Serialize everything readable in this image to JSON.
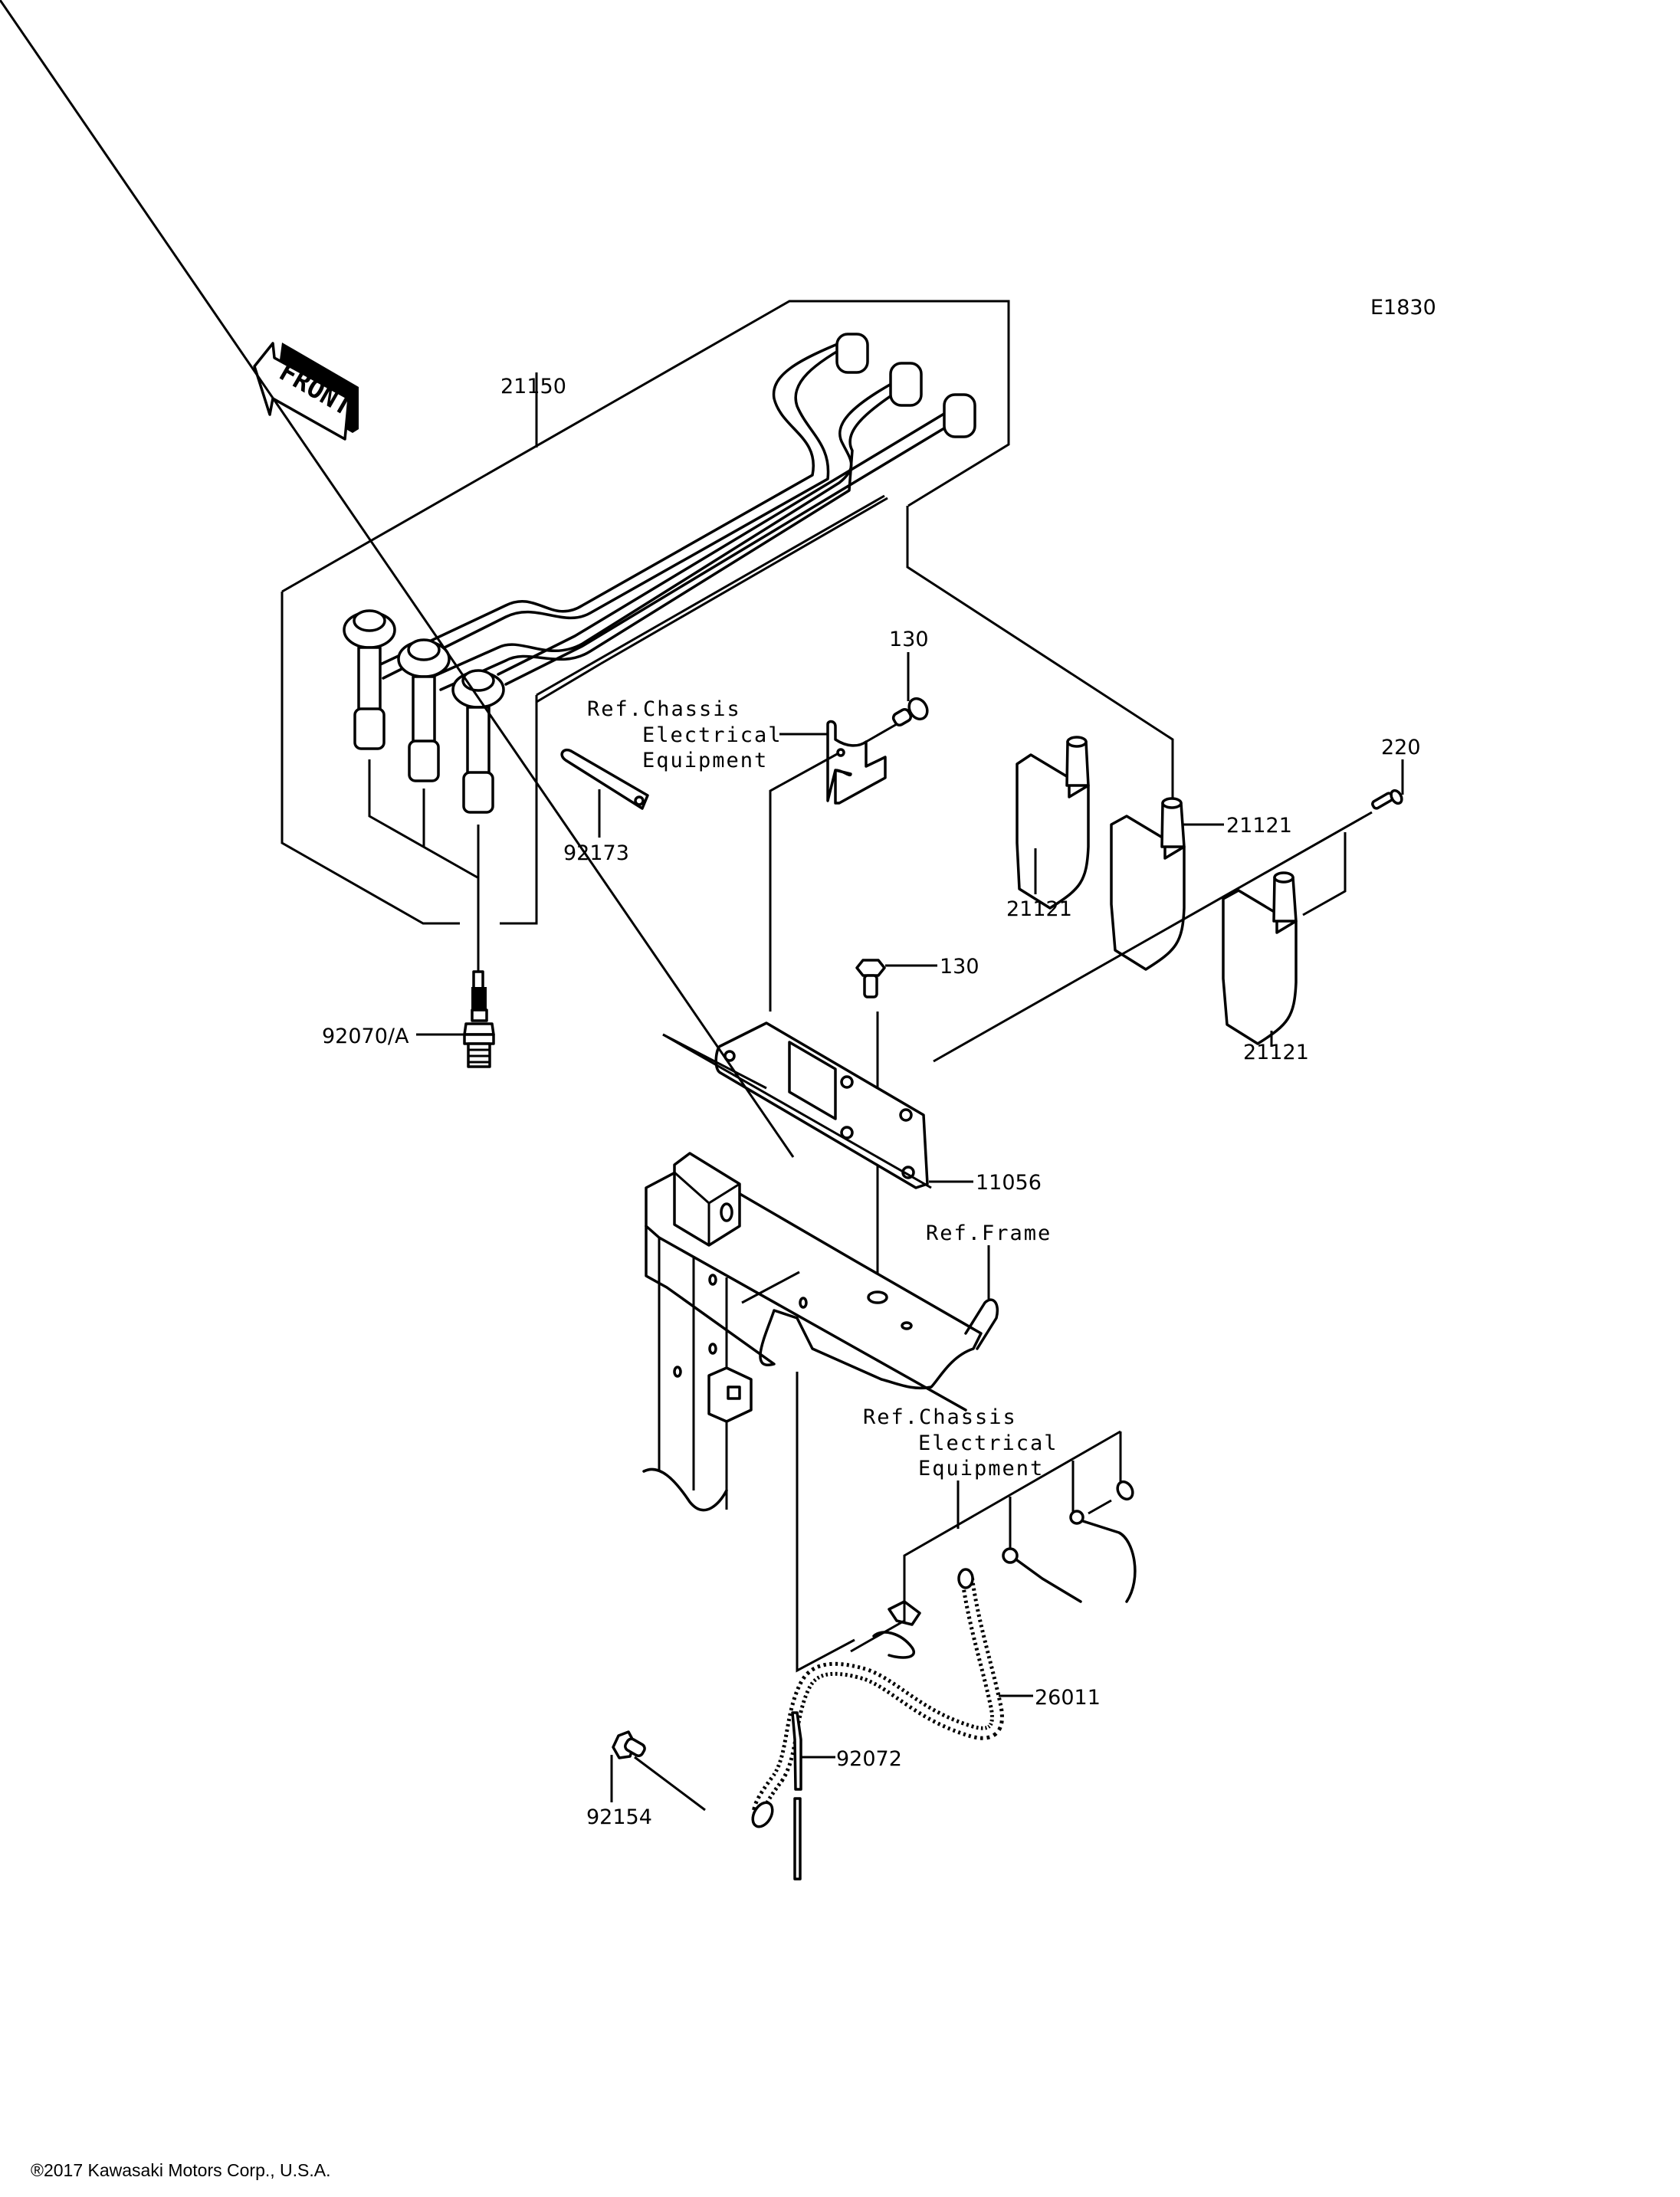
{
  "diagram": {
    "id": "E1830",
    "direction_indicator": "FRONT",
    "callouts": [
      {
        "part_no": "21150",
        "description": "spark plug cable set"
      },
      {
        "part_no": "130",
        "description": "flange bolt (upper bracket)"
      },
      {
        "part_no": "130",
        "description": "flange bolt (mounting plate)"
      },
      {
        "part_no": "220",
        "description": "bolt"
      },
      {
        "part_no": "21121",
        "description": "ignition coil (left)"
      },
      {
        "part_no": "21121",
        "description": "ignition coil (middle)"
      },
      {
        "part_no": "21121",
        "description": "ignition coil (right)"
      },
      {
        "part_no": "92173",
        "description": "clamp band"
      },
      {
        "part_no": "92070/A",
        "description": "spark plug"
      },
      {
        "part_no": "11056",
        "description": "coil bracket"
      },
      {
        "part_no": "26011",
        "description": "ground lead"
      },
      {
        "part_no": "92072",
        "description": "cable tie"
      },
      {
        "part_no": "92154",
        "description": "bolt"
      }
    ],
    "references": {
      "chassis_upper": [
        "Ref.Chassis",
        "Electrical",
        "Equipment"
      ],
      "frame": "Ref.Frame",
      "chassis_lower": [
        "Ref.Chassis",
        "Electrical",
        "Equipment"
      ]
    }
  },
  "footer": {
    "copyright": "®2017 Kawasaki Motors Corp., U.S.A."
  }
}
